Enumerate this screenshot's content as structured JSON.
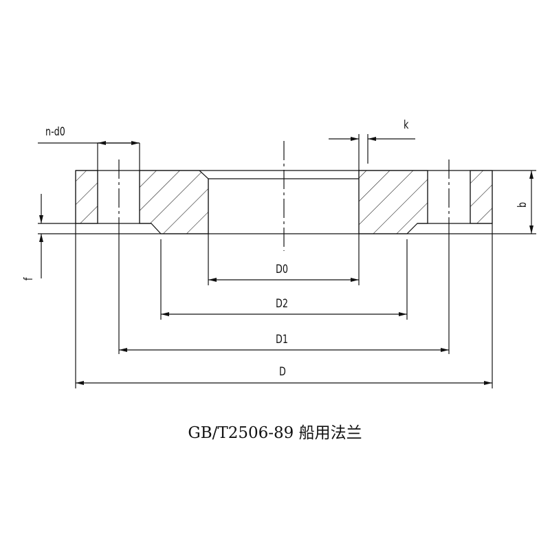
{
  "drawing": {
    "title": "GB/T2506-89 船用法兰",
    "labels": {
      "n_d0": "n-d0",
      "k": "k",
      "b": "b",
      "f": "f",
      "D0": "D0",
      "D2": "D2",
      "D1": "D1",
      "D": "D"
    },
    "line_color": "#111111"
  }
}
